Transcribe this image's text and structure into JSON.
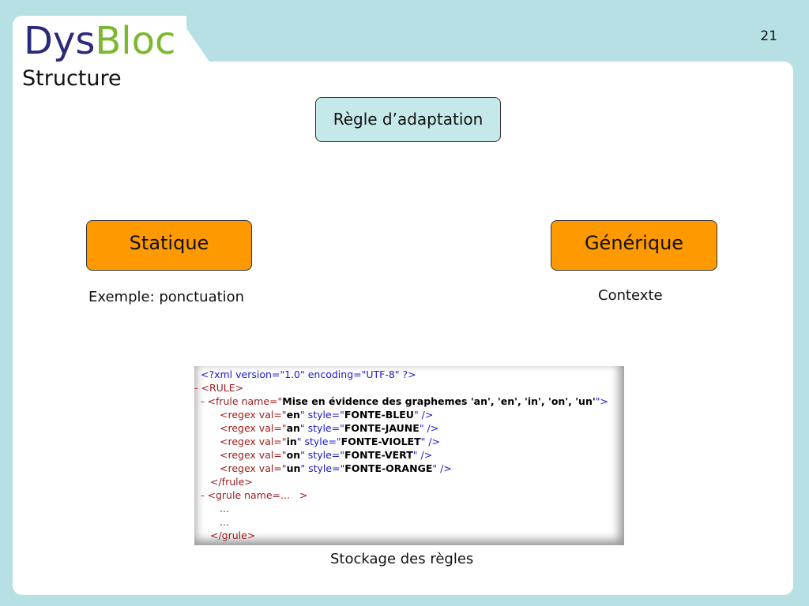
{
  "header": {
    "logo_part1": "Dys",
    "logo_part2": "Bloc",
    "section_title": "Structure",
    "page_number": "21"
  },
  "diagram": {
    "root": "Règle d’adaptation",
    "left": {
      "label": "Statique",
      "caption": "Exemple: ponctuation"
    },
    "right": {
      "label": "Générique",
      "caption": "Contexte"
    }
  },
  "code_block": {
    "caption": "Stockage des règles",
    "lines": {
      "l1": "<?xml version=\"1.0\" encoding=\"UTF-8\" ?>",
      "l2_marker": "-",
      "l2": "<RULE>",
      "l3_marker": "-",
      "l3_open": "<frule name=\"",
      "l3_value": "Mise en évidence des graphemes 'an', 'en', 'in', 'on', 'un'",
      "l3_close": "\">",
      "regex": [
        {
          "val": "en",
          "style": "FONTE-BLEU"
        },
        {
          "val": "an",
          "style": "FONTE-JAUNE"
        },
        {
          "val": "in",
          "style": "FONTE-VIOLET"
        },
        {
          "val": "on",
          "style": "FONTE-VERT"
        },
        {
          "val": "un",
          "style": "FONTE-ORANGE"
        }
      ],
      "regex_open": "<regex val=\"",
      "regex_mid": "\" style=\"",
      "regex_close": "\" />",
      "frule_end": "</frule>",
      "grule_marker": "-",
      "grule_open": "<grule name=...   >",
      "dots": "...",
      "grule_end": "</grule>"
    }
  }
}
